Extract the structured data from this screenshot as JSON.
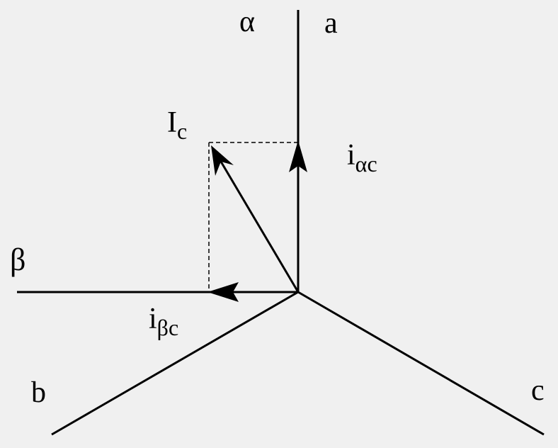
{
  "colors": {
    "background": "#f0f0f0",
    "stroke": "#000000"
  },
  "labels": {
    "alpha": "α",
    "a": "a",
    "Ic_main": "I",
    "Ic_sub": "c",
    "iac_main": "i",
    "iac_sub": "αc",
    "beta": "β",
    "ibc_main": "i",
    "ibc_sub": "βc",
    "b": "b",
    "c": "c"
  }
}
